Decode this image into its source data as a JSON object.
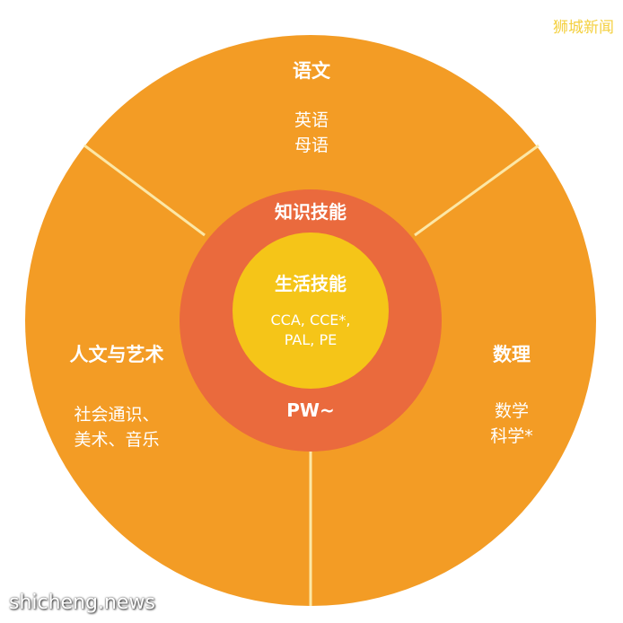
{
  "segments": {
    "top": {
      "title": "语文",
      "items": [
        "英语",
        "母语"
      ]
    },
    "right": {
      "title": "数理",
      "items": [
        "数学",
        "科学*"
      ]
    },
    "left": {
      "title": "人文与艺术",
      "items": [
        "社会通识、",
        "美术、音乐"
      ]
    }
  },
  "inner_ring": {
    "top_label": "知识技能",
    "bottom_label": "PW~"
  },
  "core": {
    "title": "生活技能",
    "lines": [
      "CCA, CCE*,",
      "PAL, PE"
    ]
  },
  "watermarks": {
    "top_right": "狮城新闻",
    "bottom_left": "shicheng.news"
  },
  "colors": {
    "outer": "#f39c25",
    "ring": "#ea6a3d",
    "core": "#f5c518",
    "divider": "#fce7a6"
  }
}
